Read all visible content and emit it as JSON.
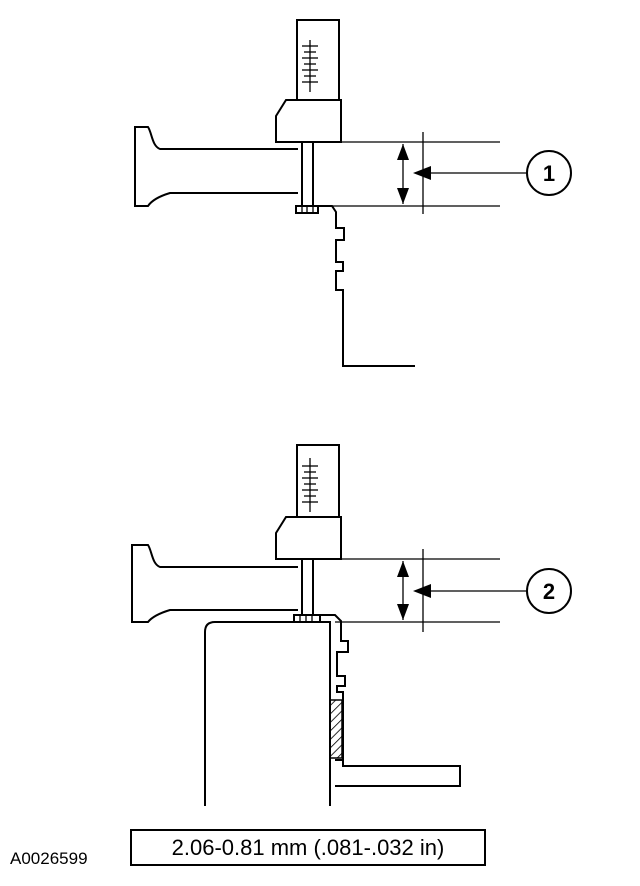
{
  "callouts": [
    {
      "id": "1"
    },
    {
      "id": "2"
    }
  ],
  "specification": "2.06-0.81 mm (.081-.032 in)",
  "figure_id": "A0026599"
}
